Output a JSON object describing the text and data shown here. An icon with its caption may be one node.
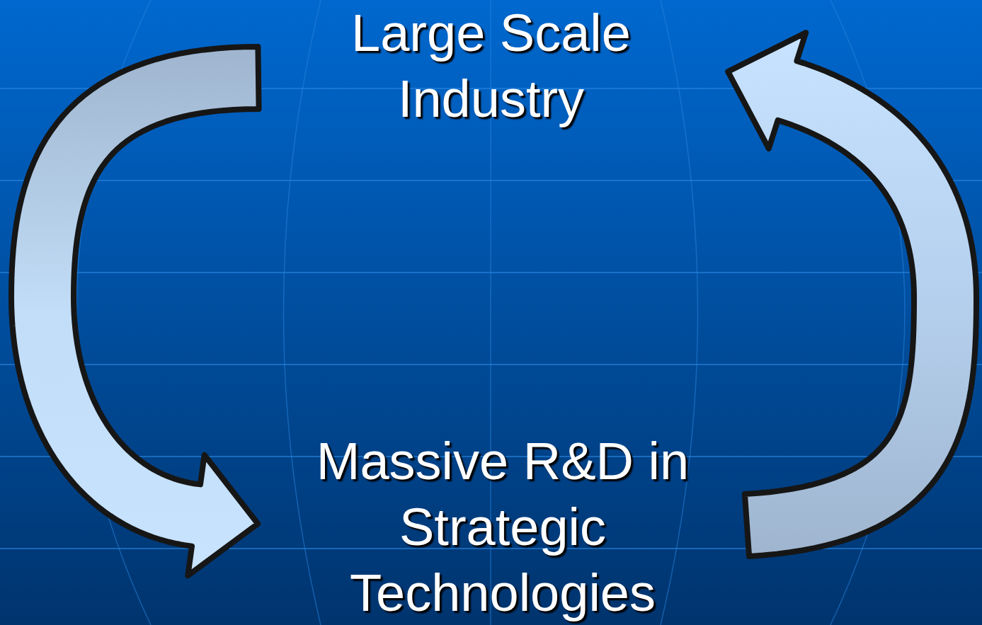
{
  "diagram": {
    "nodes": [
      {
        "text": [
          "Large Scale Industry"
        ]
      },
      {
        "text": [
          "Massive R&D in Strategic Technologies"
        ]
      }
    ],
    "edges": [
      {
        "from": 0,
        "to": 1,
        "arrow": "to",
        "style": "thick"
      },
      {
        "from": 1,
        "to": 0,
        "arrow": "to",
        "style": "thick"
      }
    ]
  }
}
